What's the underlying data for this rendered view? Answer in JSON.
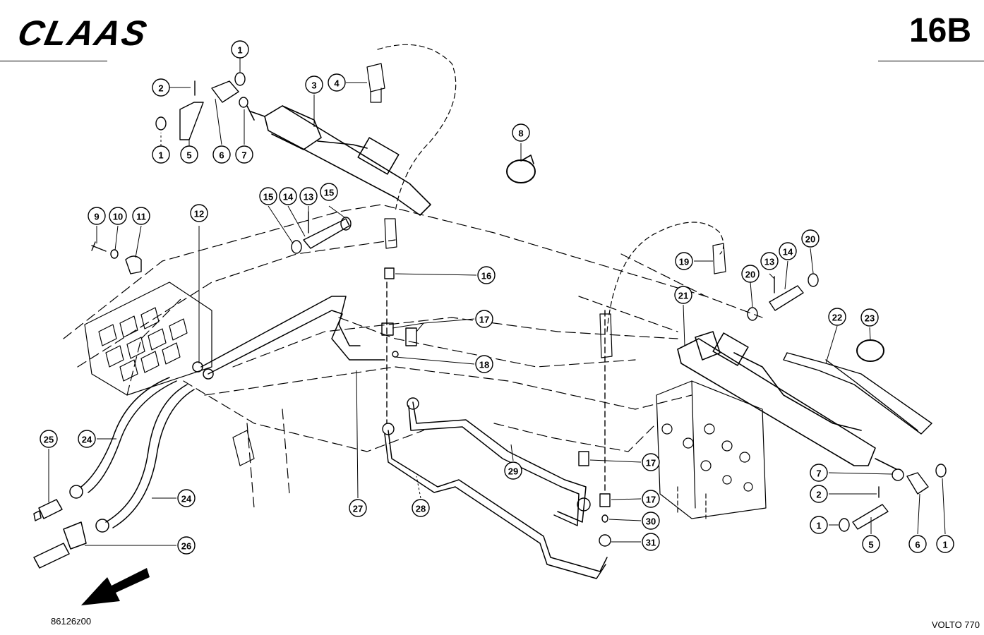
{
  "header": {
    "brand": "CLAAS",
    "page_code": "16B"
  },
  "footer": {
    "figure_id": "86126z00",
    "model": "VOLTO 770"
  },
  "colors": {
    "ink": "#000000",
    "paper": "#ffffff"
  },
  "callouts": [
    {
      "label": "1"
    },
    {
      "label": "2"
    },
    {
      "label": "3"
    },
    {
      "label": "4"
    },
    {
      "label": "1"
    },
    {
      "label": "5"
    },
    {
      "label": "6"
    },
    {
      "label": "7"
    },
    {
      "label": "8"
    },
    {
      "label": "15"
    },
    {
      "label": "14"
    },
    {
      "label": "13"
    },
    {
      "label": "15"
    },
    {
      "label": "9"
    },
    {
      "label": "10"
    },
    {
      "label": "11"
    },
    {
      "label": "12"
    },
    {
      "label": "16"
    },
    {
      "label": "17"
    },
    {
      "label": "18"
    },
    {
      "label": "19"
    },
    {
      "label": "20"
    },
    {
      "label": "13"
    },
    {
      "label": "14"
    },
    {
      "label": "20"
    },
    {
      "label": "21"
    },
    {
      "label": "22"
    },
    {
      "label": "23"
    },
    {
      "label": "25"
    },
    {
      "label": "24"
    },
    {
      "label": "24"
    },
    {
      "label": "26"
    },
    {
      "label": "27"
    },
    {
      "label": "28"
    },
    {
      "label": "29"
    },
    {
      "label": "17"
    },
    {
      "label": "17"
    },
    {
      "label": "30"
    },
    {
      "label": "31"
    },
    {
      "label": "7"
    },
    {
      "label": "2"
    },
    {
      "label": "1"
    },
    {
      "label": "5"
    },
    {
      "label": "6"
    },
    {
      "label": "1"
    }
  ]
}
